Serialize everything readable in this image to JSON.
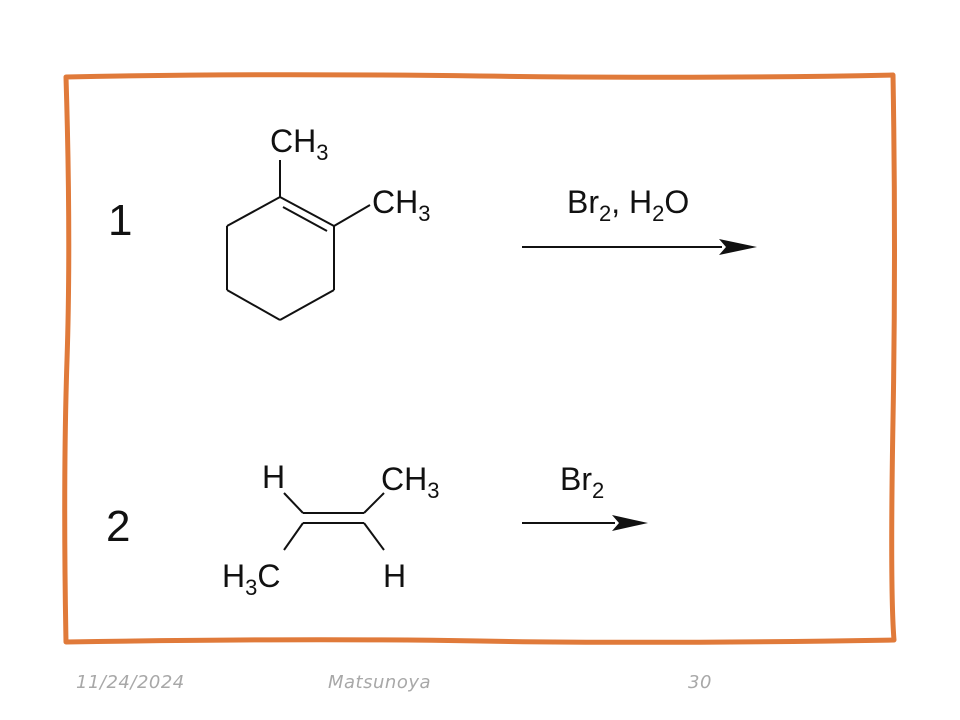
{
  "colors": {
    "frame": "#e07a3a",
    "ink": "#111111",
    "footer": "#a8a8a8"
  },
  "problems": [
    {
      "number": "1",
      "molecule": {
        "methyl_top": {
          "main": "CH",
          "sub": "3"
        },
        "methyl_right": {
          "main": "CH",
          "sub": "3"
        }
      },
      "reagent": {
        "part1": "Br",
        "part1_sub": "2",
        "separator": ", ",
        "part2": "H",
        "part2_sub": "2",
        "part2_tail": "O"
      }
    },
    {
      "number": "2",
      "molecule": {
        "top_left": "H",
        "top_right": {
          "main": "CH",
          "sub": "3"
        },
        "bottom_left": {
          "prefix": "H",
          "sub": "3",
          "main": "C"
        },
        "bottom_right": "H"
      },
      "reagent": {
        "part1": "Br",
        "part1_sub": "2"
      }
    }
  ],
  "footer": {
    "date": "11/24/2024",
    "author": "Matsunoya",
    "page": "30"
  }
}
